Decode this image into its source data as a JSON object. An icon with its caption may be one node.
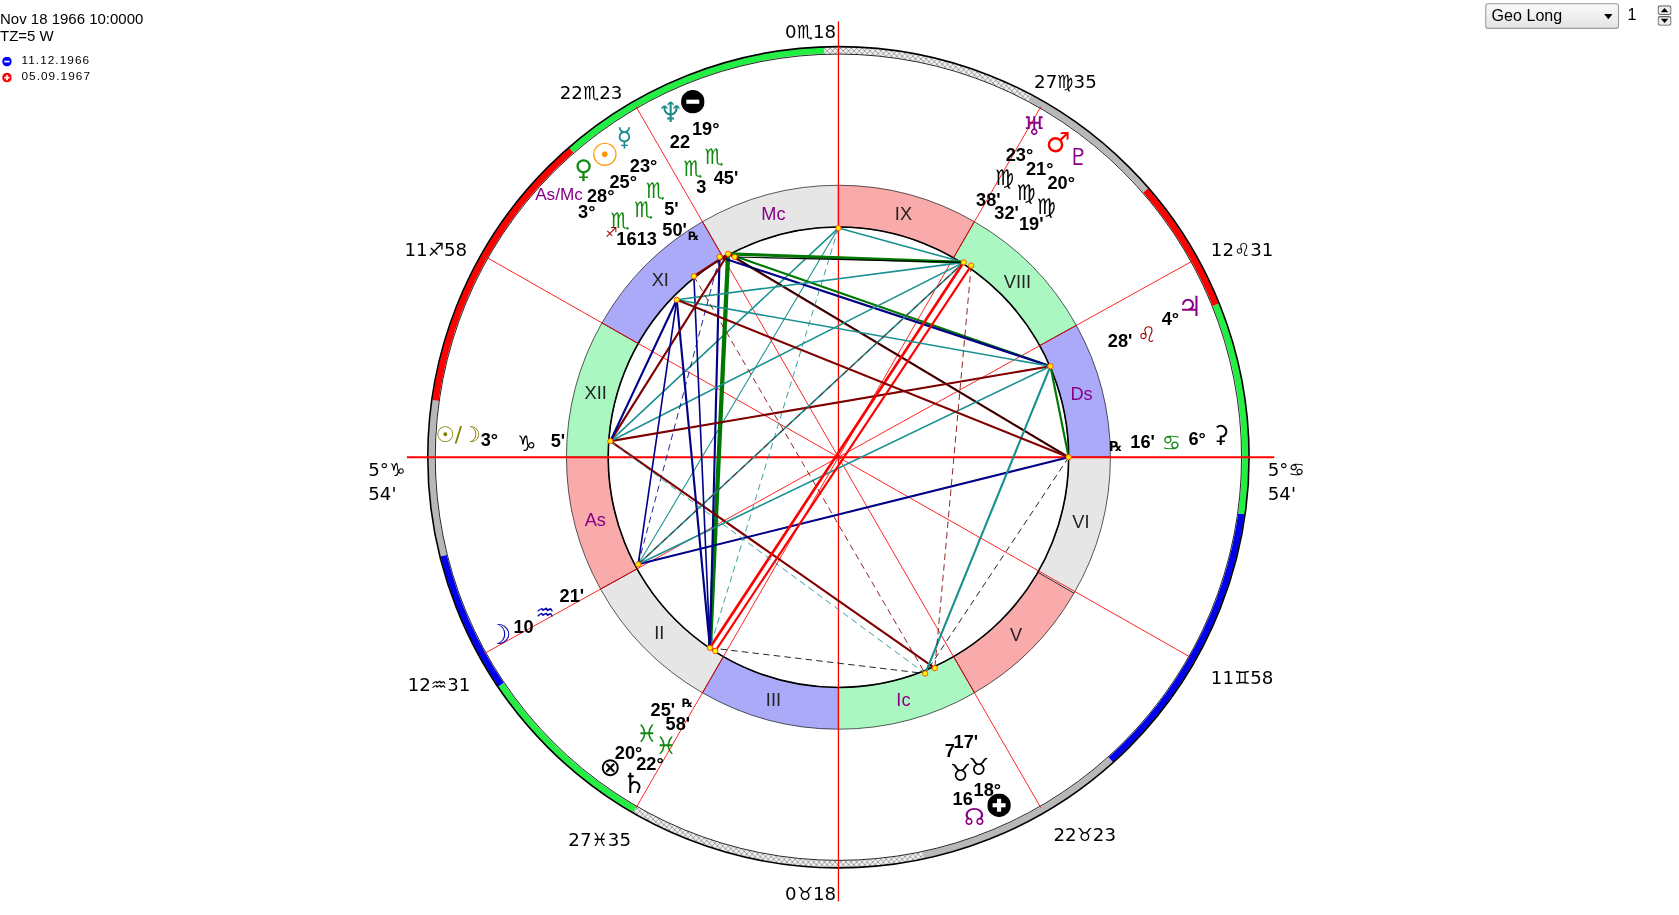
{
  "diagram": {
    "labels": [
      "Nov 18 1966 10:0000",
      "TZ=5 W",
      "Geo Long",
      "1",
      "0♏18",
      "22♏23",
      "27♍35",
      "11♐58",
      "12♌31",
      "5°♑ 54'",
      "5°♋ 54'",
      "12♒31",
      "11♊58",
      "27♓35",
      "22♉23",
      "0♉18",
      "Mc",
      "IX",
      "VIII",
      "Ds",
      "VI",
      "V",
      "Ic",
      "III",
      "II",
      "As",
      "XII",
      "XI",
      "♆",
      "19°",
      "22",
      "♏",
      "♏",
      "3",
      "45'",
      "☿",
      "☉",
      "♀",
      "23°",
      "25°",
      "28°",
      "As/Mc",
      "3°",
      "♏",
      "♏",
      "5'",
      "♏",
      "♐",
      "16",
      "13",
      "50'",
      "℞",
      "♅",
      "♂",
      "♇",
      "23°",
      "21°",
      "20°",
      "♍",
      "♍",
      "♍",
      "38'",
      "32'",
      "19'",
      "♃",
      "4°",
      "♌",
      "28'",
      "℞",
      "16'",
      "♋",
      "6°",
      "⚳",
      "7",
      "17'",
      "♉",
      "♉",
      "16",
      "18°",
      "☊",
      "25'",
      "℞",
      "58'",
      "♓",
      "♓",
      "20°",
      "22°",
      "⊗",
      "♄",
      "☉/☽",
      "3°",
      "♑",
      "5'",
      "☽",
      "10",
      "♒",
      "21'"
    ],
    "legend": [
      {
        "text": "11.12.1966"
      },
      {
        "text": "05.09.1967"
      }
    ]
  }
}
